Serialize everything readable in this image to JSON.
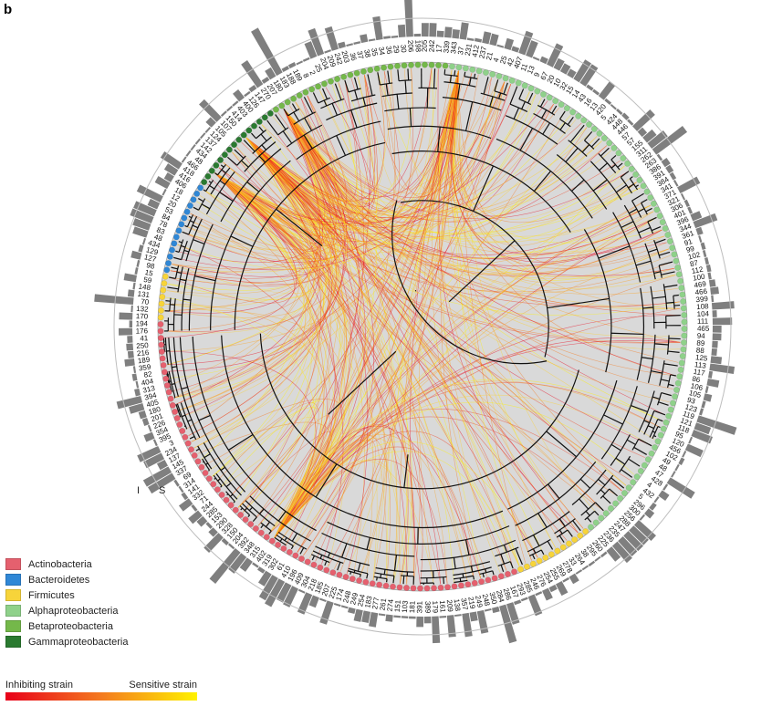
{
  "panel_label": "b",
  "ring_marks": {
    "inner": "S",
    "outer": "I"
  },
  "legend": [
    {
      "label": "Actinobacteria",
      "color": "#e5606e"
    },
    {
      "label": "Bacteroidetes",
      "color": "#2f87d6"
    },
    {
      "label": "Firmicutes",
      "color": "#f7d43a"
    },
    {
      "label": "Alphaproteobacteria",
      "color": "#8fd18a"
    },
    {
      "label": "Betaproteobacteria",
      "color": "#74b84a"
    },
    {
      "label": "Gammaproteobacteria",
      "color": "#2a7a30"
    }
  ],
  "gradient": {
    "left_label": "Inhibiting strain",
    "right_label": "Sensitive strain",
    "colors": [
      "#e8001a",
      "#f47a1f",
      "#fff200"
    ]
  },
  "colors": {
    "bar": "#7f7f7f",
    "tree": "#111111",
    "ring_line": "#bdbdbd"
  },
  "node_labels": [
    "35",
    "34",
    "36",
    "29",
    "30",
    "206",
    "198",
    "205",
    "242",
    "17",
    "339",
    "343",
    "37",
    "231",
    "412",
    "237",
    "21",
    "4",
    "25",
    "42",
    "407",
    "11",
    "13",
    "9",
    "67",
    "20",
    "10",
    "32",
    "15",
    "14",
    "43",
    "16",
    "13",
    "420",
    "5",
    "424",
    "448",
    "446",
    "57",
    "57",
    "155",
    "311",
    "262",
    "263",
    "386",
    "391",
    "384",
    "341",
    "371",
    "321",
    "306",
    "401",
    "396",
    "344",
    "361",
    "91",
    "99",
    "102",
    "87",
    "112",
    "100",
    "469",
    "466",
    "399",
    "108",
    "104",
    "111",
    "465",
    "94",
    "89",
    "88",
    "125",
    "113",
    "117",
    "86",
    "106",
    "105",
    "93",
    "123",
    "119",
    "121",
    "118",
    "95",
    "120",
    "456",
    "102",
    "49",
    "48",
    "47",
    "428",
    "4",
    "432",
    "5",
    "296",
    "300",
    "256",
    "288",
    "247",
    "235",
    "236",
    "225",
    "260",
    "295",
    "38",
    "264",
    "33",
    "278",
    "269",
    "255",
    "254",
    "276",
    "246",
    "285",
    "293",
    "167",
    "286",
    "284",
    "350",
    "248",
    "249",
    "219",
    "357",
    "138",
    "209",
    "161",
    "179",
    "389",
    "391",
    "181",
    "103",
    "151",
    "274",
    "261",
    "277",
    "183",
    "254",
    "249",
    "248",
    "174",
    "225",
    "207",
    "185",
    "218",
    "304",
    "409",
    "196",
    "410",
    "61",
    "302",
    "319",
    "402",
    "315",
    "348",
    "392",
    "204",
    "150",
    "328",
    "290",
    "153",
    "285",
    "244",
    "71",
    "332",
    "141",
    "314",
    "69",
    "337",
    "145",
    "137",
    "234",
    "3",
    "395",
    "354",
    "226",
    "201",
    "180",
    "405",
    "394",
    "313",
    "404",
    "82",
    "359",
    "189",
    "216",
    "250",
    "41",
    "176",
    "194",
    "170",
    "132",
    "70",
    "131",
    "148",
    "59",
    "15",
    "98",
    "127",
    "129",
    "434",
    "48",
    "83",
    "78",
    "84",
    "53",
    "20",
    "12",
    "18",
    "406",
    "416",
    "418",
    "466",
    "48",
    "434",
    "142",
    "137",
    "124",
    "105",
    "107",
    "150",
    "414",
    "403",
    "400",
    "126",
    "147",
    "270",
    "207",
    "180",
    "183",
    "188",
    "189",
    "8",
    "2",
    "25",
    "204",
    "209",
    "242",
    "203",
    "36",
    "37",
    "38"
  ]
}
